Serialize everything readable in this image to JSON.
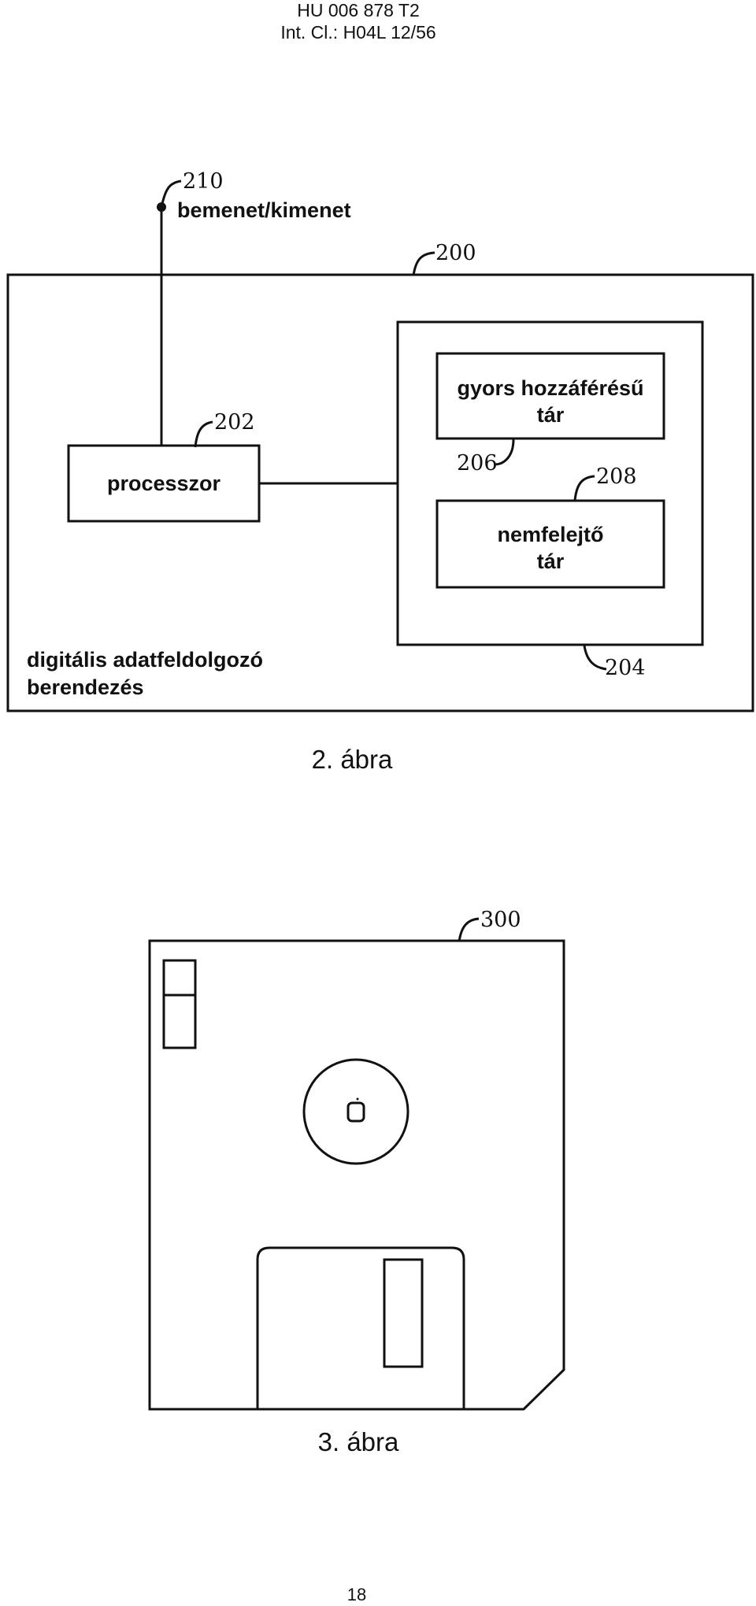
{
  "header": {
    "patent_number": "HU 006 878 T2",
    "classification": "Int. Cl.: H04L 12/56"
  },
  "figure2": {
    "io_ref": "210",
    "io_label": "bemenet/kimenet",
    "device_ref": "200",
    "processor_ref": "202",
    "processor_label": "processzor",
    "memory_ref": "204",
    "ram_label_line1": "gyors hozzáférésű",
    "ram_label_line2": "tár",
    "ram_ref": "206",
    "nvm_ref": "208",
    "nvm_label_line1": "nemfelejtő",
    "nvm_label_line2": "tár",
    "device_label_line1": "digitális adatfeldolgozó",
    "device_label_line2": "berendezés",
    "caption": "2. ábra"
  },
  "figure3": {
    "disk_ref": "300",
    "caption": "3. ábra"
  },
  "footer": {
    "page_number": "18"
  }
}
